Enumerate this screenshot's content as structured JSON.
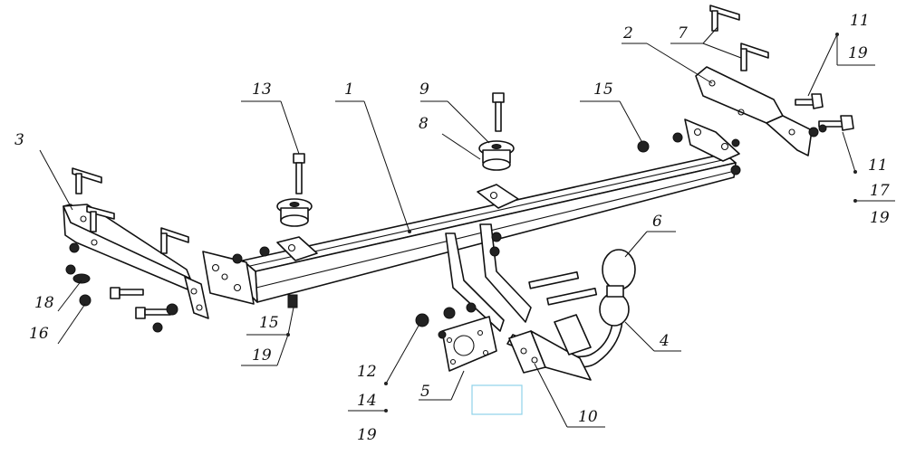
{
  "labels": {
    "l1": "1",
    "l2": "2",
    "l3": "3",
    "l4": "4",
    "l5": "5",
    "l6": "6",
    "l7": "7",
    "l8": "8",
    "l9": "9",
    "l10": "10",
    "l11a": "11",
    "l19a": "19",
    "l11b": "11",
    "l17": "17",
    "l19b": "19",
    "l12": "12",
    "l13": "13",
    "l14": "14",
    "l19c": "19",
    "l15a": "15",
    "l15b": "15",
    "l19d": "19",
    "l16": "16",
    "l18": "18"
  },
  "colors": {
    "line": "#111111",
    "background": "#ffffff",
    "highlight_box": "#8fd3e8"
  }
}
